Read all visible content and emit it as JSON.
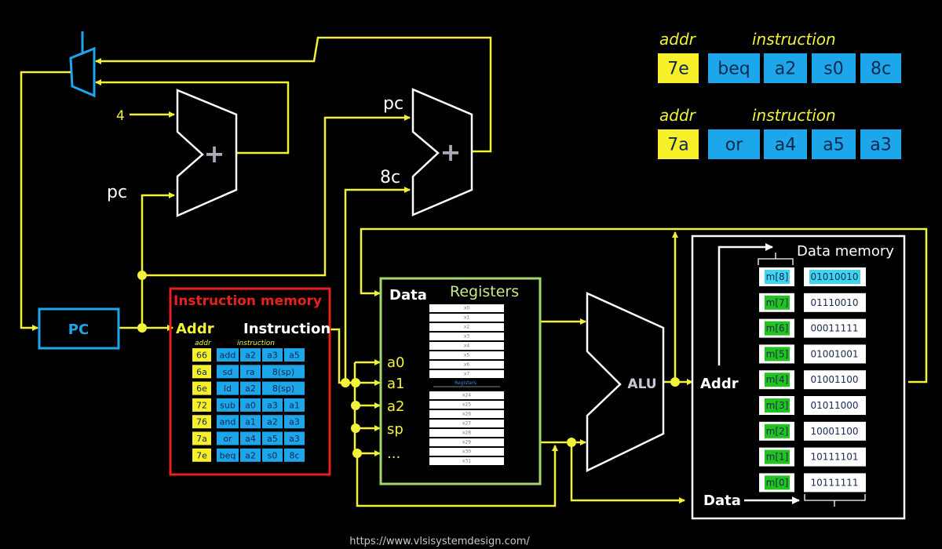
{
  "title": "RISC-V datapath: beq / or instruction execution",
  "instruction_display": [
    {
      "addr_header": "addr",
      "instr_header": "instruction",
      "addr": "7e",
      "fields": [
        "beq",
        "a2",
        "s0",
        "8c"
      ]
    },
    {
      "addr_header": "addr",
      "instr_header": "instruction",
      "addr": "7a",
      "fields": [
        "or",
        "a4",
        "a5",
        "a3"
      ]
    }
  ],
  "adders": {
    "pc_adder": {
      "inputs": [
        "4",
        "pc"
      ],
      "symbol": "+"
    },
    "branch_adder": {
      "inputs": [
        "pc",
        "8c"
      ],
      "symbol": "+"
    }
  },
  "pc_register": {
    "label": "PC"
  },
  "instruction_memory": {
    "title": "Instruction memory",
    "addr_port": "Addr",
    "instr_port": "Instruction",
    "addr_header": "addr",
    "instr_header": "instruction",
    "rows": [
      {
        "addr": "66",
        "fields": [
          "add",
          "a2",
          "a3",
          "a5"
        ]
      },
      {
        "addr": "6a",
        "fields": [
          "sd",
          "ra",
          "8(sp)"
        ]
      },
      {
        "addr": "6e",
        "fields": [
          "ld",
          "a2",
          "8(sp)"
        ]
      },
      {
        "addr": "72",
        "fields": [
          "sub",
          "a0",
          "a3",
          "a1"
        ]
      },
      {
        "addr": "76",
        "fields": [
          "and",
          "a1",
          "a2",
          "a3"
        ]
      },
      {
        "addr": "7a",
        "fields": [
          "or",
          "a4",
          "a5",
          "a3"
        ]
      },
      {
        "addr": "7e",
        "fields": [
          "beq",
          "a2",
          "s0",
          "8c"
        ]
      }
    ]
  },
  "registers": {
    "title": "Registers",
    "data_port": "Data",
    "ports": [
      "a0",
      "a1",
      "a2",
      "sp",
      "..."
    ],
    "top_cells": [
      "x0",
      "x1",
      "x2",
      "x3",
      "x4",
      "x5",
      "x6",
      "x7"
    ],
    "separator_label": "Registers",
    "bottom_cells": [
      "x24",
      "x25",
      "x26",
      "x27",
      "x28",
      "x29",
      "x30",
      "x31"
    ]
  },
  "alu": {
    "label": "ALU"
  },
  "data_memory": {
    "title": "Data memory",
    "addr_port": "Addr",
    "data_port": "Data",
    "rows": [
      {
        "addr": "m[8]",
        "value": "01010010",
        "highlight": true
      },
      {
        "addr": "m[7]",
        "value": "01110010",
        "highlight": false
      },
      {
        "addr": "m[6]",
        "value": "00011111",
        "highlight": false
      },
      {
        "addr": "m[5]",
        "value": "01001001",
        "highlight": false
      },
      {
        "addr": "m[4]",
        "value": "01001100",
        "highlight": false
      },
      {
        "addr": "m[3]",
        "value": "01011000",
        "highlight": false
      },
      {
        "addr": "m[2]",
        "value": "10001100",
        "highlight": false
      },
      {
        "addr": "m[1]",
        "value": "10111101",
        "highlight": false
      },
      {
        "addr": "m[0]",
        "value": "10111111",
        "highlight": false
      }
    ]
  },
  "footer_url": "https://www.vlsisystemdesign.com/",
  "colors": {
    "wire": "#f2f23a",
    "accent_blue": "#1ea6ea",
    "addr_yellow": "#f7ef2a",
    "imem_red": "#e8221b",
    "reg_green": "#a6d66a",
    "dmem_green": "#22c21f",
    "dmem_cyan": "#3fd5ee"
  }
}
